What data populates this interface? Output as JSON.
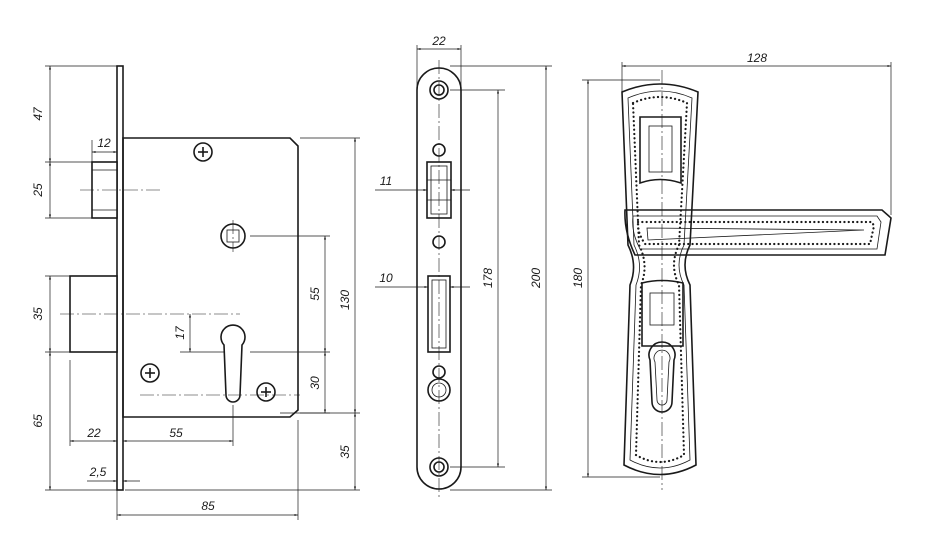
{
  "body_view": {
    "dims": {
      "top_to_latch": "47",
      "latch_width": "12",
      "latch_height": "25",
      "deadbolt_height": "35",
      "key_offset": "17",
      "lower_offset": "65",
      "deadbolt_proj": "22",
      "backset": "55",
      "faceplate_thick": "2,5",
      "body_depth": "85",
      "spindle_to_cyl": "55",
      "cyl_to_screw": "30",
      "body_height": "130",
      "bottom_extra": "35"
    }
  },
  "faceplate_view": {
    "dims": {
      "width": "22",
      "latch_slot": "11",
      "bolt_slot": "10",
      "screw_spacing": "178",
      "length": "200"
    }
  },
  "handle_view": {
    "dims": {
      "lever_length": "128",
      "plate_height": "180"
    }
  }
}
